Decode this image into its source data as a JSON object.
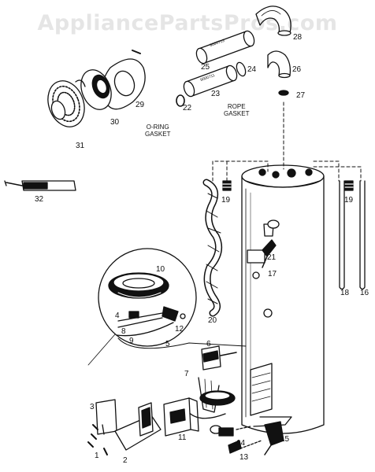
{
  "watermark": "AppliancePartsPros.com",
  "callouts": {
    "c1": "1",
    "c2": "2",
    "c3": "3",
    "c4": "4",
    "c5": "5",
    "c6": "6",
    "c7": "7",
    "c8": "8",
    "c9": "9",
    "c10": "10",
    "c11": "11",
    "c12": "12",
    "c13": "13",
    "c14": "14",
    "c15": "15",
    "c16": "16",
    "c17": "17",
    "c18": "18",
    "c19a": "19",
    "c19b": "19",
    "c20": "20",
    "c21": "21",
    "c22": "22",
    "c23": "23",
    "c24": "24",
    "c25": "25",
    "c26": "26",
    "c27": "27",
    "c28": "28",
    "c29": "29",
    "c30": "30",
    "c31": "31",
    "c32": "32"
  },
  "captions": {
    "oring_line1": "O-RING",
    "oring_line2": "GASKET",
    "rope_line1": "ROPE",
    "rope_line2": "GASKET"
  },
  "part_numbers": {
    "pipe_25": "9000713",
    "pipe_23": "9000711"
  },
  "colors": {
    "ink": "#111111",
    "paper": "#ffffff",
    "watermark": "#bdbdbd"
  }
}
